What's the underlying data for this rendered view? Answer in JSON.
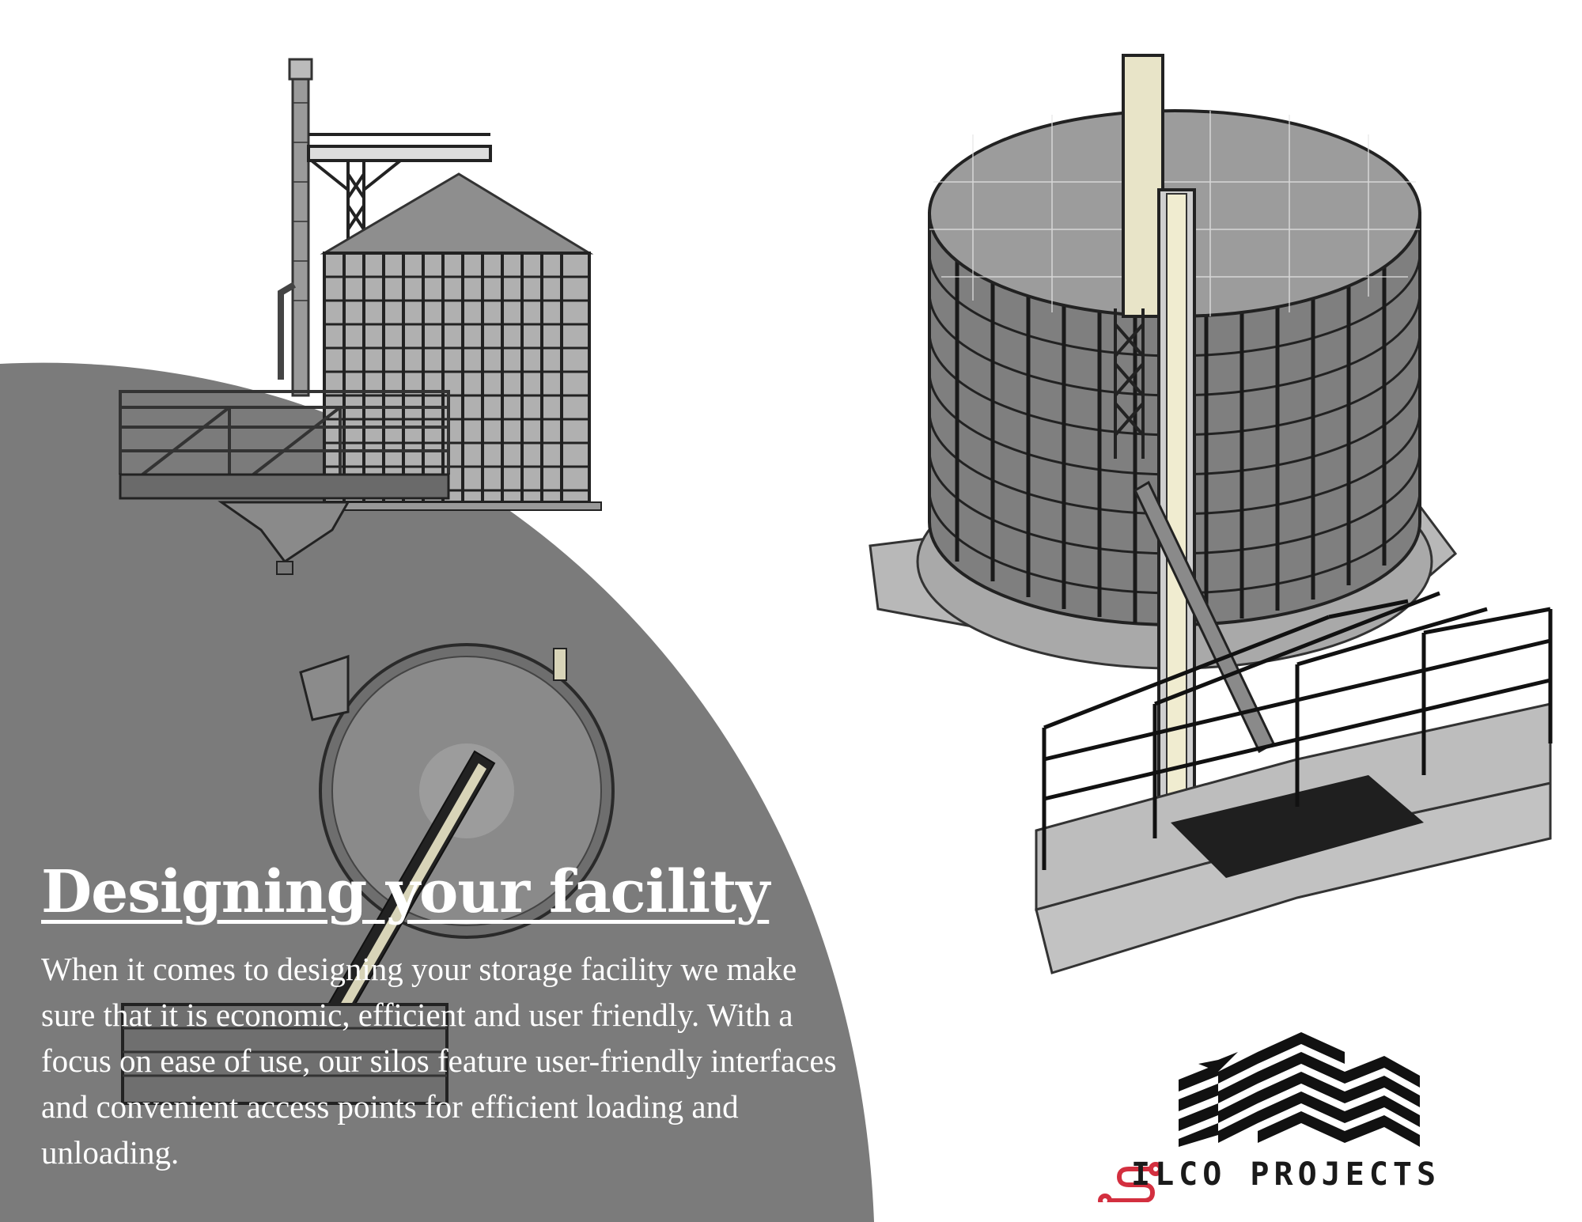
{
  "heading": "Designing your facility",
  "body": "When it comes to designing your storage facility we make sure that it is economic, efficient and user friendly. With a focus on ease of use, our silos feature user-friendly interfaces and convenient access points for efficient loading and unloading.",
  "brand": {
    "name": "ILCO PROJECTS",
    "accent_color": "#d32f3f",
    "text_color": "#1a1a1a"
  },
  "colors": {
    "background": "#ffffff",
    "panel": "#7b7b7b",
    "steel": "#8f8f8f",
    "steel_dark": "#3a3a3a"
  }
}
